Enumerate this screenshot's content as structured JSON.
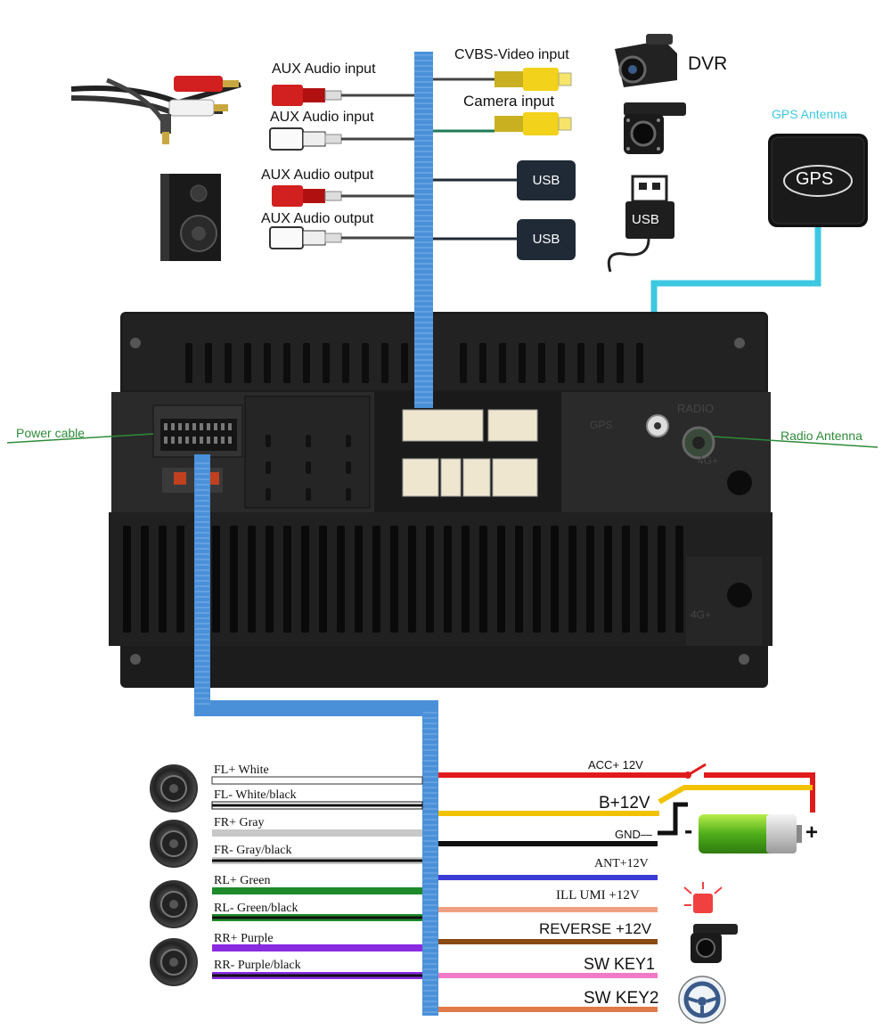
{
  "inputs": {
    "aux_in_1": "AUX Audio input",
    "aux_in_2": "AUX Audio input",
    "aux_out_1": "AUX Audio output",
    "aux_out_2": "AUX Audio output",
    "cvbs": "CVBS-Video input",
    "camera": "Camera   input",
    "dvr": "DVR",
    "usb_1": "USB",
    "usb_2": "USB",
    "usb_stick": "USB"
  },
  "gps": {
    "antenna_label": "GPS Antenna",
    "module_text": "GPS"
  },
  "unit": {
    "power_cable": "Power cable",
    "radio_antenna": "Radio Antenna",
    "port_gps": "GPS",
    "port_radio": "RADIO",
    "port_4g_top": "4G+",
    "port_4g_bottom": "4G+"
  },
  "speakers": [
    {
      "plus": "FL+ White",
      "minus": "FL- White/black"
    },
    {
      "plus": "FR+ Gray",
      "minus": "FR- Gray/black"
    },
    {
      "plus": "RL+ Green",
      "minus": "RL- Green/black"
    },
    {
      "plus": "RR+ Purple",
      "minus": "RR- Purple/black"
    }
  ],
  "power_wires": [
    {
      "label": "ACC+  12V",
      "color": "#e01b1b"
    },
    {
      "label": "B+12V",
      "color": "#f2c200"
    },
    {
      "label": "GND—",
      "color": "#111111"
    },
    {
      "label": "ANT+12V",
      "color": "#3b3bd6"
    },
    {
      "label": "ILL UMI +12V",
      "color": "#f0a080"
    },
    {
      "label": "REVERSE +12V",
      "color": "#8a4a12"
    },
    {
      "label": "SW KEY1",
      "color": "#f07ac8"
    },
    {
      "label": "SW KEY2",
      "color": "#e07a4a"
    }
  ],
  "battery": {
    "minus": "-",
    "plus": "+"
  },
  "colors": {
    "harness_blue": "#4a90d9",
    "gps_cable": "#3cc8e0",
    "label_green": "#2e8b3a"
  }
}
